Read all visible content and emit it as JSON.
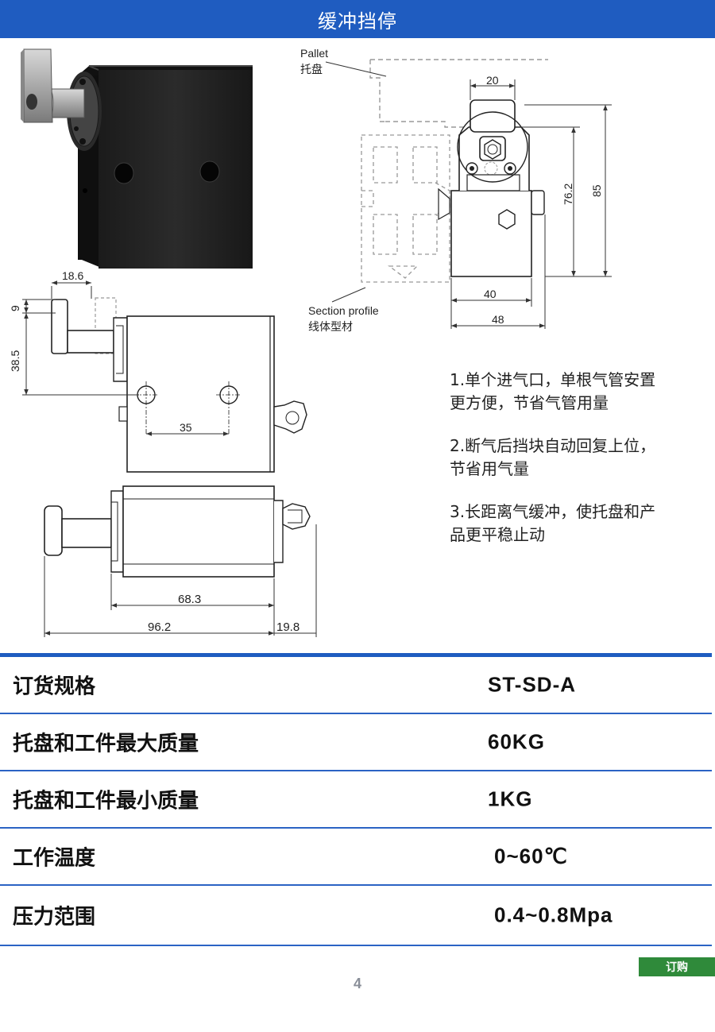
{
  "header": {
    "title": "缓冲挡停"
  },
  "drawing": {
    "pallet_label_en": "Pallet",
    "pallet_label_cn": "托盘",
    "section_label_en": "Section profile",
    "section_label_cn": "线体型材",
    "dimensions": {
      "d20": "20",
      "d76_2": "76.2",
      "d85": "85",
      "d40": "40",
      "d48": "48",
      "d18_6": "18.6",
      "d9": "9",
      "d38_5": "38.5",
      "d35": "35",
      "d68_3": "68.3",
      "d96_2": "96.2",
      "d19_8": "19.8"
    }
  },
  "features": [
    "1.单个进气口，单根气管安置更方便，节省气管用量",
    "2.断气后挡块自动回复上位，节省用气量",
    "3.长距离气缓冲，使托盘和产品更平稳止动"
  ],
  "specs": [
    {
      "label": "订货规格",
      "value": "ST-SD-A"
    },
    {
      "label": "托盘和工件最大质量",
      "value": "60KG"
    },
    {
      "label": "托盘和工件最小质量",
      "value": "1KG"
    },
    {
      "label": "工作温度",
      "value": "0~60℃"
    },
    {
      "label": "压力范围",
      "value": "0.4~0.8Mpa"
    }
  ],
  "footer": {
    "order_label": "订购",
    "page_number": "4"
  }
}
